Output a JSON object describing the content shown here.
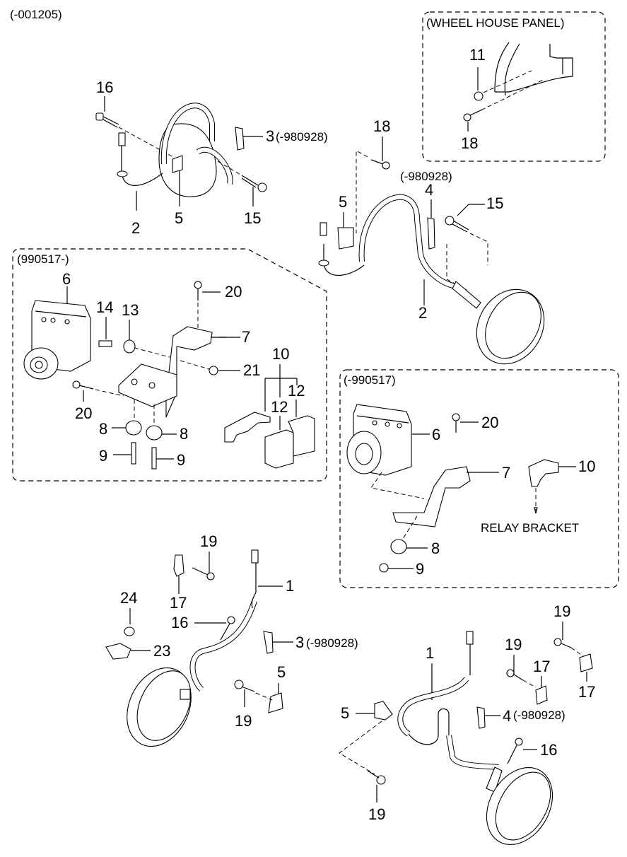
{
  "diagram": {
    "type": "exploded-parts-diagram",
    "subject": "ABS wheel speed sensors and hydraulic unit",
    "header_code": "(-001205)",
    "groups": {
      "wheel_house": {
        "title": "(WHEEL HOUSE PANEL)",
        "callouts": [
          "11",
          "18"
        ]
      },
      "late_hecu": {
        "title": "(990517-)",
        "callouts": [
          "6",
          "14",
          "13",
          "20",
          "7",
          "21",
          "10",
          "12",
          "12",
          "20",
          "8",
          "8",
          "9",
          "9"
        ]
      },
      "early_hecu": {
        "title": "(-990517)",
        "callouts": [
          "6",
          "20",
          "7",
          "10",
          "8",
          "9"
        ],
        "note": "RELAY BRACKET"
      }
    },
    "callouts": {
      "tl_16": "16",
      "tl_3": "3",
      "tl_3_note": "(-980928)",
      "tl_2": "2",
      "tl_5": "5",
      "tl_15": "15",
      "tr_18": "18",
      "tr_note": "(-980928)",
      "tr_4": "4",
      "tr_5": "5",
      "tr_15": "15",
      "tr_2": "2",
      "wh_11": "11",
      "wh_18": "18",
      "l_6": "6",
      "l_14": "14",
      "l_13": "13",
      "l_20a": "20",
      "l_7": "7",
      "l_21": "21",
      "l_10": "10",
      "l_12a": "12",
      "l_12b": "12",
      "l_20b": "20",
      "l_8a": "8",
      "l_8b": "8",
      "l_9a": "9",
      "l_9b": "9",
      "r_6": "6",
      "r_20": "20",
      "r_7": "7",
      "r_10": "10",
      "r_8": "8",
      "r_9": "9",
      "r_relay": "RELAY BRACKET",
      "bl_19a": "19",
      "bl_17": "17",
      "bl_1": "1",
      "bl_24": "24",
      "bl_16": "16",
      "bl_3": "3",
      "bl_3_note": "(-980928)",
      "bl_23": "23",
      "bl_5": "5",
      "bl_19b": "19",
      "br_1": "1",
      "br_19a": "19",
      "br_19b": "19",
      "br_17a": "17",
      "br_17b": "17",
      "br_5": "5",
      "br_4": "4",
      "br_4_note": "(-980928)",
      "br_16": "16",
      "br_19c": "19"
    }
  }
}
